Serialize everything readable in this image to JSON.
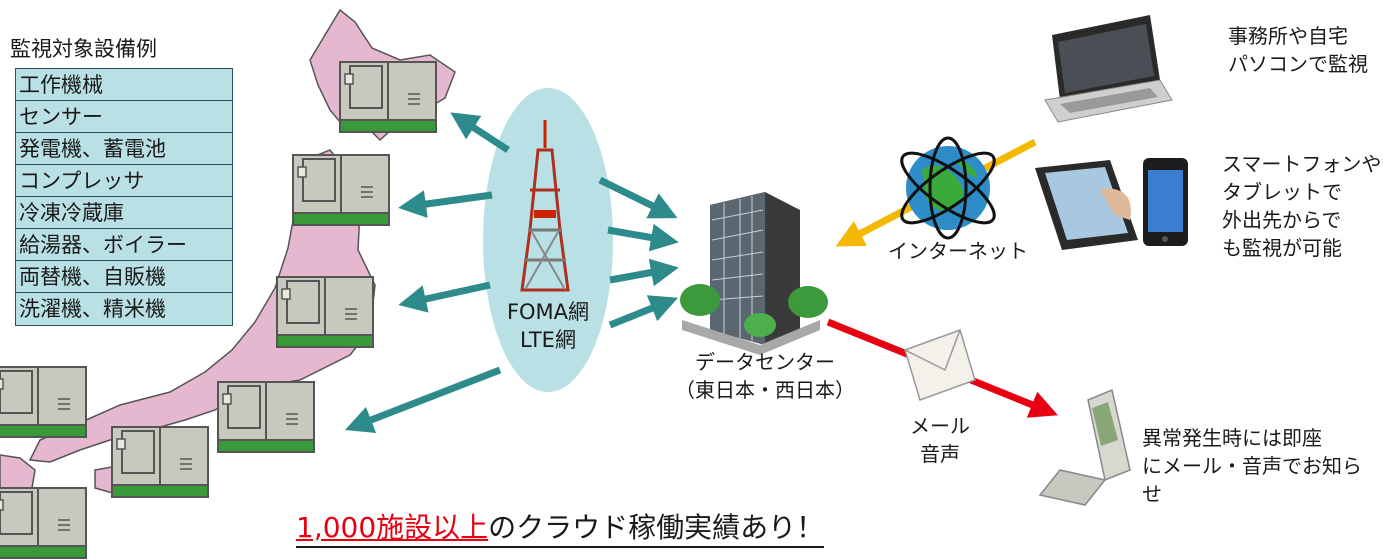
{
  "equipment": {
    "title": "監視対象設備例",
    "items": [
      "工作機械",
      "センサー",
      "発電機、蓄電池",
      "コンプレッサ",
      "冷凍冷蔵庫",
      "給湯器、ボイラー",
      "両替機、自販機",
      "洗濯機、精米機"
    ]
  },
  "network": {
    "line1": "FOMA網",
    "line2": "LTE網"
  },
  "datacenter": {
    "line1": "データセンター",
    "line2": "（東日本・西日本）"
  },
  "internet": {
    "label": "インターネット"
  },
  "mail": {
    "line1": "メール",
    "line2": "音声"
  },
  "pc": {
    "line1": "事務所や自宅",
    "line2": "パソコンで監視"
  },
  "smartphone": {
    "line1": "スマートフォンや",
    "line2": "タブレットで",
    "line3": "外出先からで",
    "line4": "も監視が可能"
  },
  "mobile": {
    "line1": "異常発生時には即座",
    "line2": "にメール・音声でお知ら",
    "line3": "せ"
  },
  "tagline": {
    "highlight": "1,000施設以上",
    "rest": "のクラウド稼働実績あり！"
  },
  "colors": {
    "map": "#e6b8cf",
    "equipment_list_bg": "#b9e0e4",
    "arrow_teal": "#2e8b8b",
    "arrow_red": "#e60012",
    "arrow_yellow": "#f5b800",
    "highlight": "#e60012",
    "cabinet_base": "#3a9a3a"
  }
}
